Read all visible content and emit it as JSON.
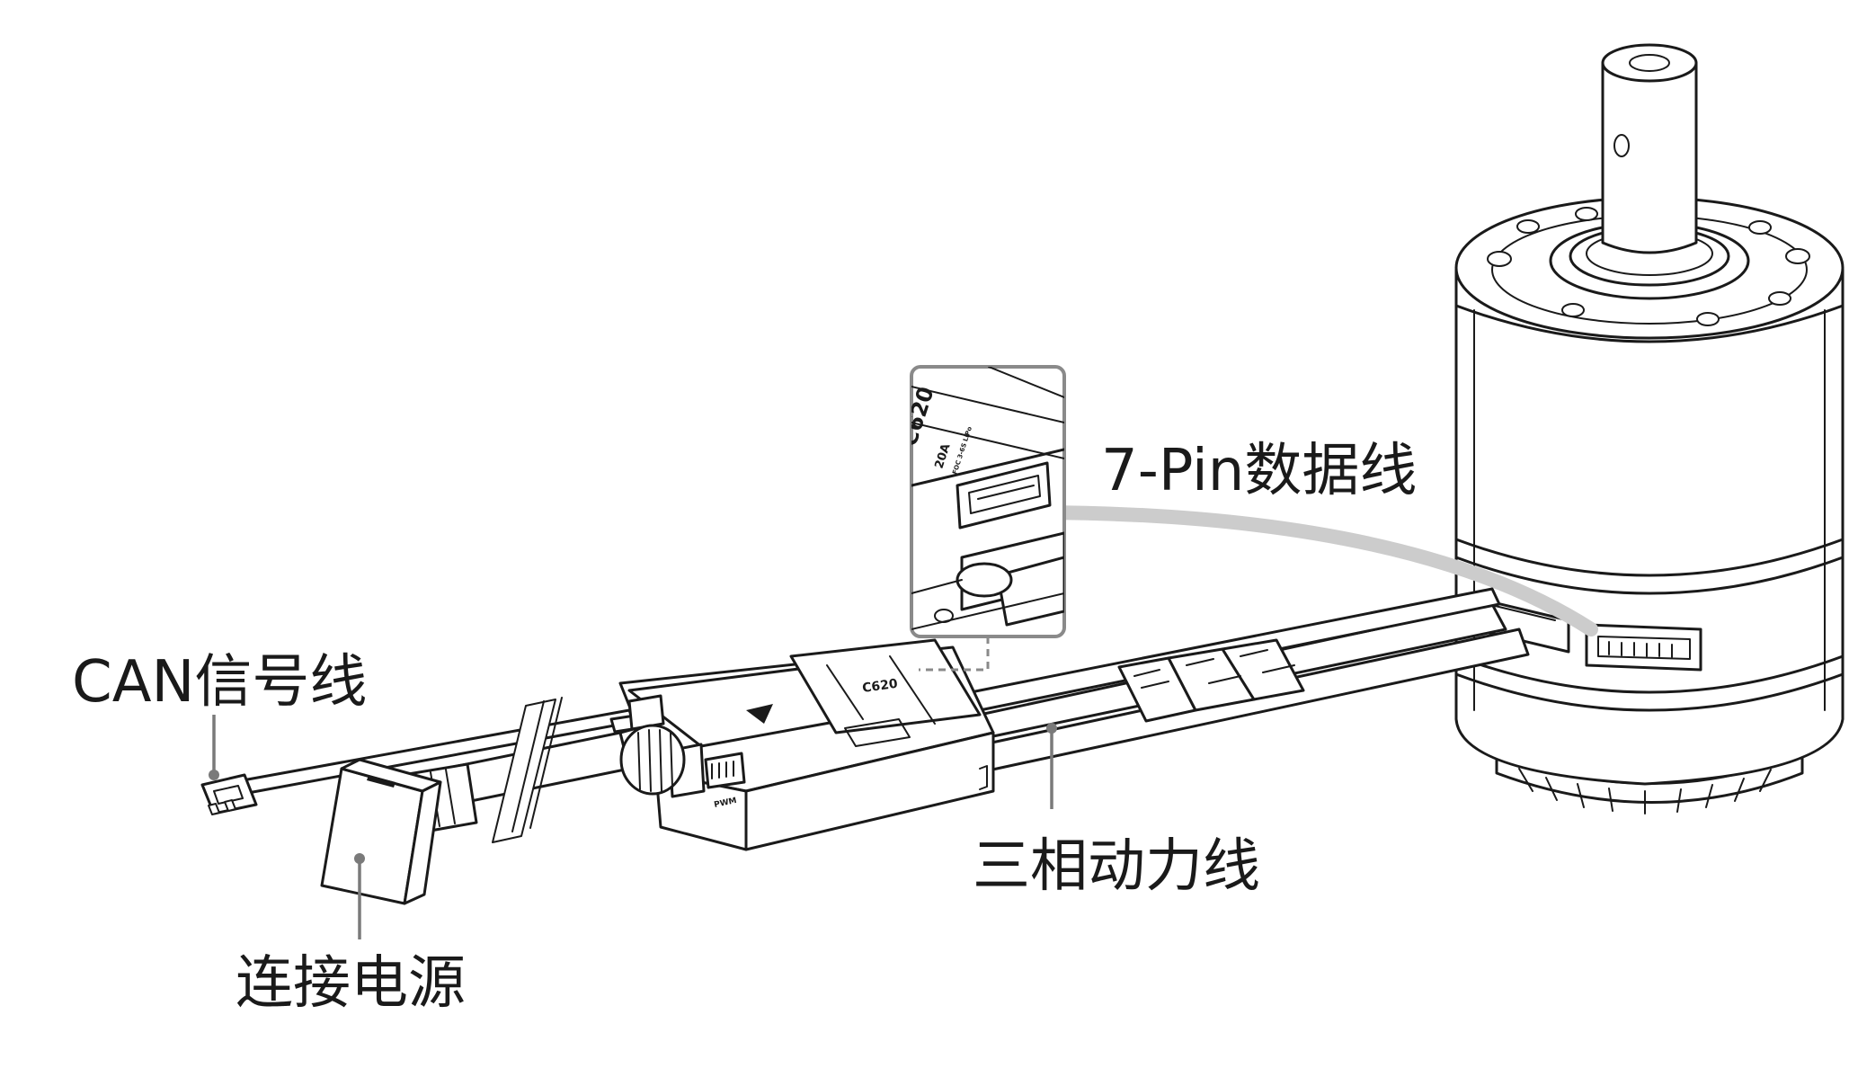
{
  "labels": {
    "can_signal_cable": "CAN信号线",
    "power_connection": "连接电源",
    "three_phase_power_cable": "三相动力线",
    "seven_pin_data_cable": "7-Pin数据线"
  },
  "esc_markings": {
    "model": "C620",
    "current": "20A",
    "foc": "FOC 3-6S LiPo",
    "pwm": "PWM"
  },
  "colors": {
    "line": "#1a1a1a",
    "leader": "#7a7a7a",
    "data_cable": "#cccccc",
    "inset_border": "#8a8a8a"
  }
}
